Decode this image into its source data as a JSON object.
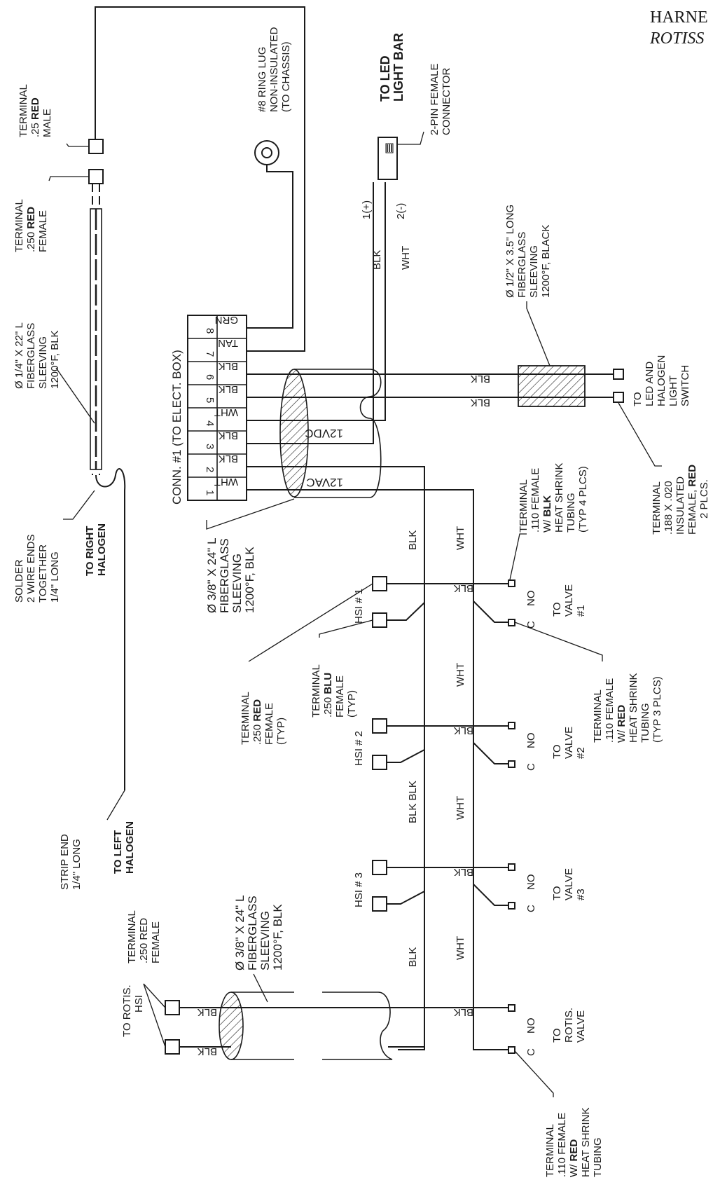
{
  "title": {
    "line1": "HARNE",
    "line2": "ROTISS"
  },
  "connector": {
    "label": "CONN. #1 (TO ELECT. BOX)",
    "pins": [
      "1",
      "2",
      "3",
      "4",
      "5",
      "6",
      "7",
      "8"
    ],
    "wires": [
      "WHT",
      "BLK",
      "BLK",
      "WHT",
      "BLK",
      "BLK",
      "TAN",
      "GRN"
    ]
  },
  "voltages": {
    "ac": "12VAC",
    "dc": "12VDC"
  },
  "led": {
    "to": [
      "TO LED",
      "LIGHT BAR"
    ],
    "connector": [
      "2-PIN FEMALE",
      "CONNECTOR"
    ],
    "pin1": "1(+)",
    "pin2": "2(-)",
    "blk": "BLK",
    "wht": "WHT"
  },
  "ring_lug": [
    "#8 RING LUG",
    "NON-INSULATED",
    "(TO CHASSIS)"
  ],
  "term_25_male": [
    "TERMINAL",
    ".25 ",
    "RED",
    "MALE"
  ],
  "term_250_female_top": [
    "TERMINAL",
    ".250 ",
    "RED",
    "FEMALE"
  ],
  "sleeve_quarter": [
    "Ø 1/4\" X 22\" L",
    "FIBERGLASS",
    "SLEEVING",
    "1200°F, BLK"
  ],
  "solder": [
    "SOLDER",
    "2 WIRE ENDS",
    "TOGETHER",
    "1/4\" LONG"
  ],
  "right_halogen": [
    "TO RIGHT",
    "HALOGEN"
  ],
  "left_halogen": [
    "TO LEFT",
    "HALOGEN"
  ],
  "strip_end": [
    "STRIP END",
    "1/4\" LONG"
  ],
  "sleeve_3_8_a": [
    "Ø 3/8\" X 24\" L",
    "FIBERGLASS",
    "SLEEVING",
    "1200°F, BLK"
  ],
  "sleeve_3_8_b": [
    "Ø 3/8\" X 24\" L",
    "FIBERGLASS",
    "SLEEVING",
    "1200°F, BLK"
  ],
  "sleeve_half": [
    "Ø 1/2\" X 3.5\" LONG",
    "FIBERGLASS",
    "SLEEVING",
    "1200°F, BLACK"
  ],
  "switch": [
    "TO",
    "LED AND",
    "HALOGEN",
    "LIGHT",
    "SWITCH"
  ],
  "switch_blk": "BLK",
  "term_188": [
    "TERMINAL",
    ".188 X .020",
    "INSULATED",
    "FEMALE, ",
    "RED",
    "2 PLCS."
  ],
  "term_110_blk": [
    "TERMINAL",
    ".110 FEMALE",
    "W/ ",
    "BLK",
    "HEAT SHRINK",
    "TUBING",
    "(TYP 4 PLCS)"
  ],
  "term_110_red": [
    "TERMINAL",
    ".110 FEMALE",
    "W/ ",
    "RED",
    "HEAT SHRINK",
    "TUBING",
    "(TYP 3 PLCS)"
  ],
  "term_110_red_bottom": [
    "TERMINAL",
    ".110 FEMALE",
    "W/ ",
    "RED",
    "HEAT SHRINK",
    "TUBING"
  ],
  "term_250_red_typ": [
    "TERMINAL",
    ".250 ",
    "RED",
    "FEMALE",
    "(TYP)"
  ],
  "term_250_blu_typ": [
    "TERMINAL",
    ".250 ",
    "BLU",
    "FEMALE",
    "(TYP)"
  ],
  "term_250_red_bottom": [
    "TERMINAL",
    ".250 RED",
    "FEMALE"
  ],
  "hsi": [
    "HSI # 1",
    "HSI # 2",
    "HSI # 3"
  ],
  "rotis_hsi": [
    "TO ROTIS.",
    "HSI"
  ],
  "valves": [
    [
      "TO",
      "VALVE",
      "#1"
    ],
    [
      "TO",
      "VALVE",
      "#2"
    ],
    [
      "TO",
      "VALVE",
      "#3"
    ],
    [
      "TO",
      "ROTIS.",
      "VALVE"
    ]
  ],
  "no": "NO",
  "c": "C",
  "wire_labels": {
    "blk": "BLK",
    "wht": "WHT",
    "blk_blk": "BLK BLK"
  }
}
